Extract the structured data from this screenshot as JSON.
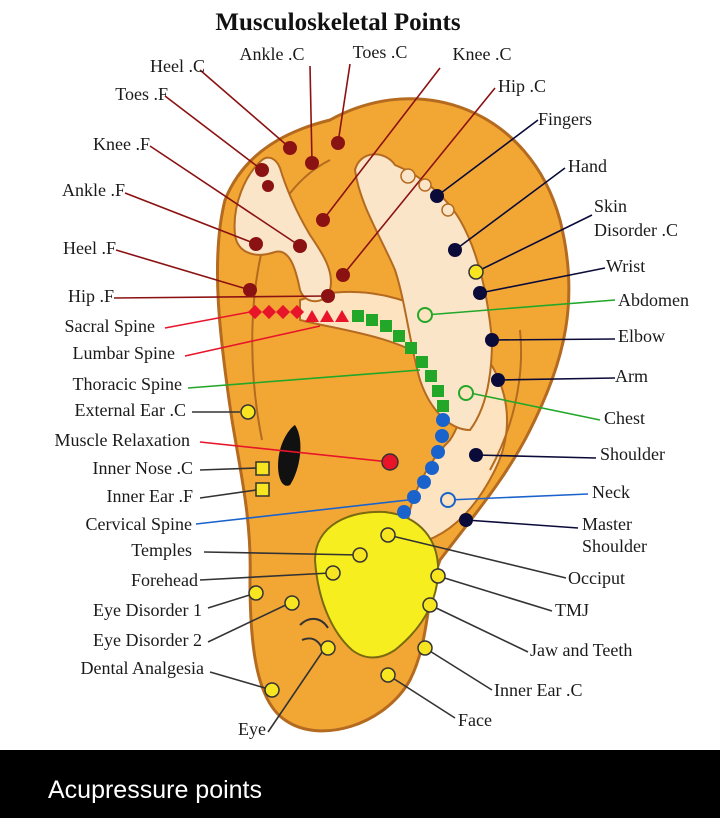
{
  "title": "Musculoskeletal Points",
  "caption": "Acupressure points",
  "colors": {
    "ear_outer": "#f2a735",
    "ear_outline": "#b46a1f",
    "ear_inner": "#fde3bf",
    "foot": "#fbe5c8",
    "skull": "#f6ee1f",
    "dark_red": "#8b1212",
    "red": "#e8142a",
    "green": "#22a728",
    "blue": "#1b63cc",
    "navy": "#0b0b3a",
    "yellow": "#f7e521",
    "caption_bg": "#000000",
    "caption_text": "#ffffff"
  },
  "labels": [
    {
      "id": "heel-c",
      "text": "Heel .C"
    },
    {
      "id": "ankle-c",
      "text": "Ankle .C"
    },
    {
      "id": "toes-c",
      "text": "Toes .C"
    },
    {
      "id": "knee-c",
      "text": "Knee .C"
    },
    {
      "id": "toes-f",
      "text": "Toes .F"
    },
    {
      "id": "hip-c",
      "text": "Hip .C"
    },
    {
      "id": "fingers",
      "text": "Fingers"
    },
    {
      "id": "knee-f",
      "text": "Knee .F"
    },
    {
      "id": "hand",
      "text": "Hand"
    },
    {
      "id": "ankle-f",
      "text": "Ankle .F"
    },
    {
      "id": "skin",
      "text": "Skin"
    },
    {
      "id": "disorder-c",
      "text": "Disorder .C"
    },
    {
      "id": "heel-f",
      "text": "Heel .F"
    },
    {
      "id": "wrist",
      "text": "Wrist"
    },
    {
      "id": "hip-f",
      "text": "Hip .F"
    },
    {
      "id": "abdomen",
      "text": "Abdomen"
    },
    {
      "id": "sacral-spine",
      "text": "Sacral Spine"
    },
    {
      "id": "elbow",
      "text": "Elbow"
    },
    {
      "id": "lumbar-spine",
      "text": "Lumbar Spine"
    },
    {
      "id": "arm",
      "text": "Arm"
    },
    {
      "id": "thoracic-spine",
      "text": "Thoracic Spine"
    },
    {
      "id": "external-ear-c",
      "text": "External Ear .C"
    },
    {
      "id": "chest",
      "text": "Chest"
    },
    {
      "id": "muscle-relaxation",
      "text": "Muscle Relaxation"
    },
    {
      "id": "shoulder",
      "text": "Shoulder"
    },
    {
      "id": "inner-nose-c",
      "text": "Inner Nose .C"
    },
    {
      "id": "neck",
      "text": "Neck"
    },
    {
      "id": "inner-ear-f",
      "text": "Inner Ear .F"
    },
    {
      "id": "master",
      "text": "Master"
    },
    {
      "id": "cervical-spine",
      "text": "Cervical Spine"
    },
    {
      "id": "shoulder2",
      "text": "Shoulder"
    },
    {
      "id": "temples",
      "text": "Temples"
    },
    {
      "id": "occiput",
      "text": "Occiput"
    },
    {
      "id": "forehead",
      "text": "Forehead"
    },
    {
      "id": "tmj",
      "text": "TMJ"
    },
    {
      "id": "eye-disorder-1",
      "text": "Eye Disorder 1"
    },
    {
      "id": "eye-disorder-2",
      "text": "Eye Disorder 2"
    },
    {
      "id": "jaw-and-teeth",
      "text": "Jaw and Teeth"
    },
    {
      "id": "dental-analgesia",
      "text": "Dental Analgesia"
    },
    {
      "id": "inner-ear-c",
      "text": "Inner Ear .C"
    },
    {
      "id": "eye",
      "text": "Eye"
    },
    {
      "id": "face",
      "text": "Face"
    }
  ]
}
